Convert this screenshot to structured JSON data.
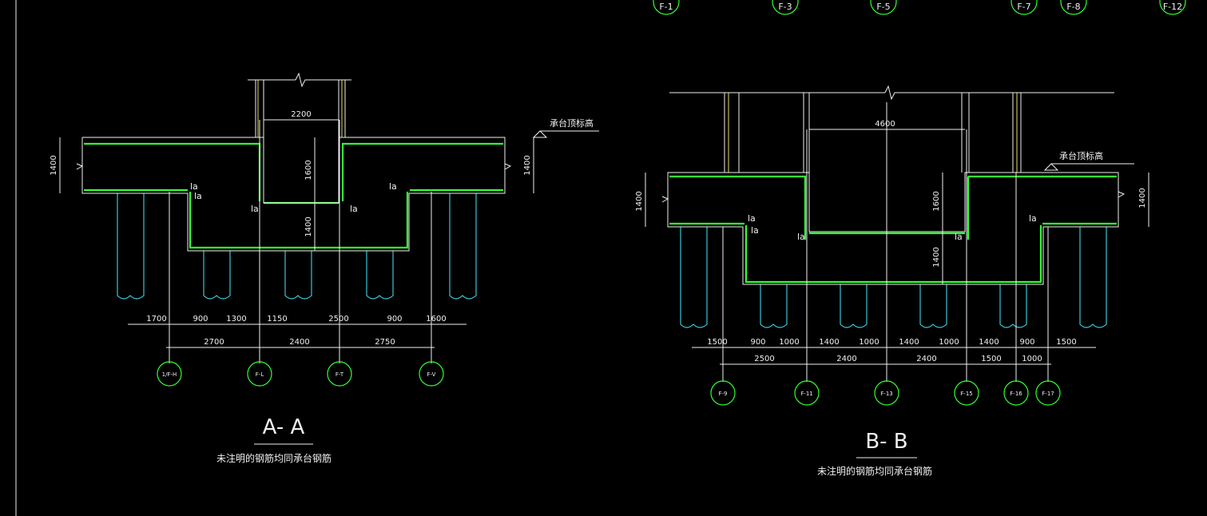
{
  "top_axis_labels": [
    "F-1",
    "F-3",
    "F-5",
    "F-7",
    "F-8",
    "F-12"
  ],
  "section_a": {
    "title": "A- A",
    "note": "未注明的钢筋均同承台钢筋",
    "elevation_label": "承台顶标高",
    "dim_width": "2200",
    "dim_left_height": "1400",
    "dim_right_height": "1400",
    "dim_pit_upper": "1600",
    "dim_pit_lower": "1400",
    "la_label": "la",
    "bottom_dims": [
      "1700",
      "900",
      "1300",
      "1150",
      "2500",
      "900",
      "1600"
    ],
    "axis_dims": [
      "2700",
      "2400",
      "2750"
    ],
    "axis_labels": [
      "1/F-H",
      "F-L",
      "F-T",
      "F-V"
    ]
  },
  "section_b": {
    "title": "B- B",
    "note": "未注明的钢筋均同承台钢筋",
    "elevation_label": "承台顶标高",
    "dim_width": "4600",
    "dim_left_height": "1400",
    "dim_right_height": "1400",
    "dim_pit_upper": "1600",
    "dim_pit_lower": "1400",
    "la_label": "la",
    "bottom_dims": [
      "1500",
      "900",
      "1000",
      "1400",
      "1000",
      "1400",
      "1000",
      "1400",
      "900",
      "1500"
    ],
    "axis_dims": [
      "2500",
      "2400",
      "2400",
      "1500",
      "1000"
    ],
    "axis_labels": [
      "F-9",
      "F-11",
      "F-13",
      "F-15",
      "F-16",
      "F-17"
    ]
  },
  "colors": {
    "background": "#000000",
    "rebar": "#33ff33",
    "lines": "#f0f0f0",
    "piles": "#3fd8e8"
  }
}
